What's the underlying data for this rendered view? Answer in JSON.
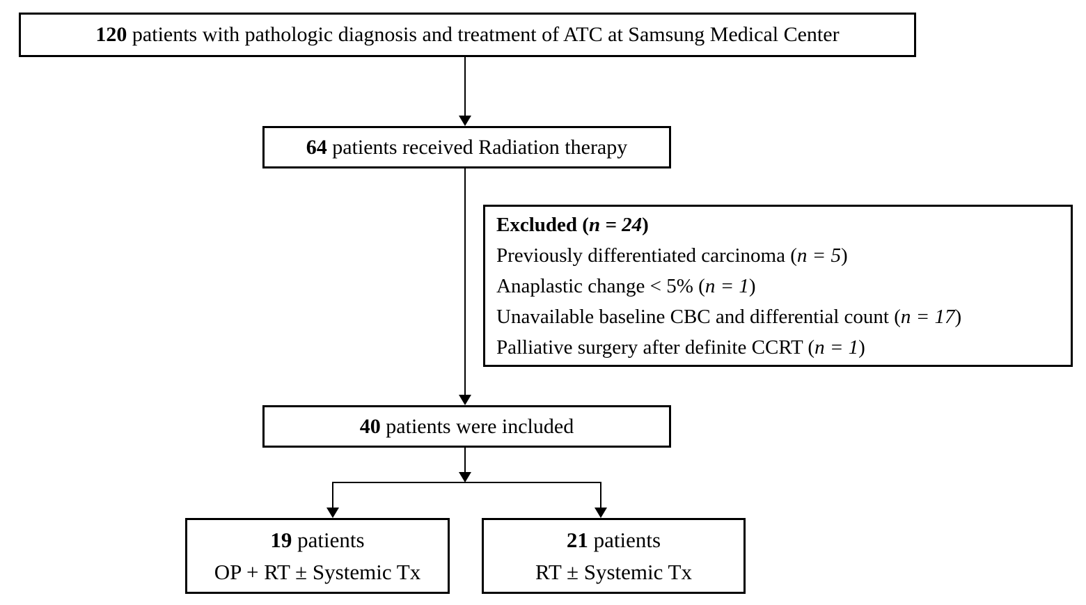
{
  "diagram": {
    "type": "flowchart",
    "boxes": {
      "total": {
        "count": "120",
        "text": " patients with pathologic diagnosis and treatment of ATC at Samsung Medical Center"
      },
      "radiation": {
        "count": "64",
        "text": " patients received Radiation therapy"
      },
      "excluded": {
        "title_open": "Excluded (",
        "title_n": "n = 24",
        "title_close": ")",
        "items": [
          {
            "label": "Previously differentiated carcinoma (",
            "n": "n = 5",
            "close": ")"
          },
          {
            "label": "Anaplastic change < 5% (",
            "n": "n = 1",
            "close": ")"
          },
          {
            "label": "Unavailable baseline CBC and differential count (",
            "n": "n = 17",
            "close": ")"
          },
          {
            "label": "Palliative surgery after definite CCRT (",
            "n": "n = 1",
            "close": ")"
          }
        ]
      },
      "included": {
        "count": "40",
        "text": " patients were included"
      },
      "op_rt": {
        "count": "19",
        "text": " patients",
        "line2": "OP + RT ± Systemic Tx"
      },
      "rt": {
        "count": "21",
        "text": " patients",
        "line2": "RT ± Systemic Tx"
      }
    },
    "connectors": [
      {
        "from": "total",
        "to": "radiation"
      },
      {
        "from": "radiation",
        "to": "included",
        "branch_note": "excluded box sits beside this arrow"
      },
      {
        "from": "included",
        "to": "branch-point"
      },
      {
        "from": "branch-point",
        "to": "op_rt"
      },
      {
        "from": "branch-point",
        "to": "rt"
      }
    ],
    "colors": {
      "line": "#000000",
      "border": "#000000",
      "text": "#000000",
      "background": "#ffffff"
    }
  }
}
